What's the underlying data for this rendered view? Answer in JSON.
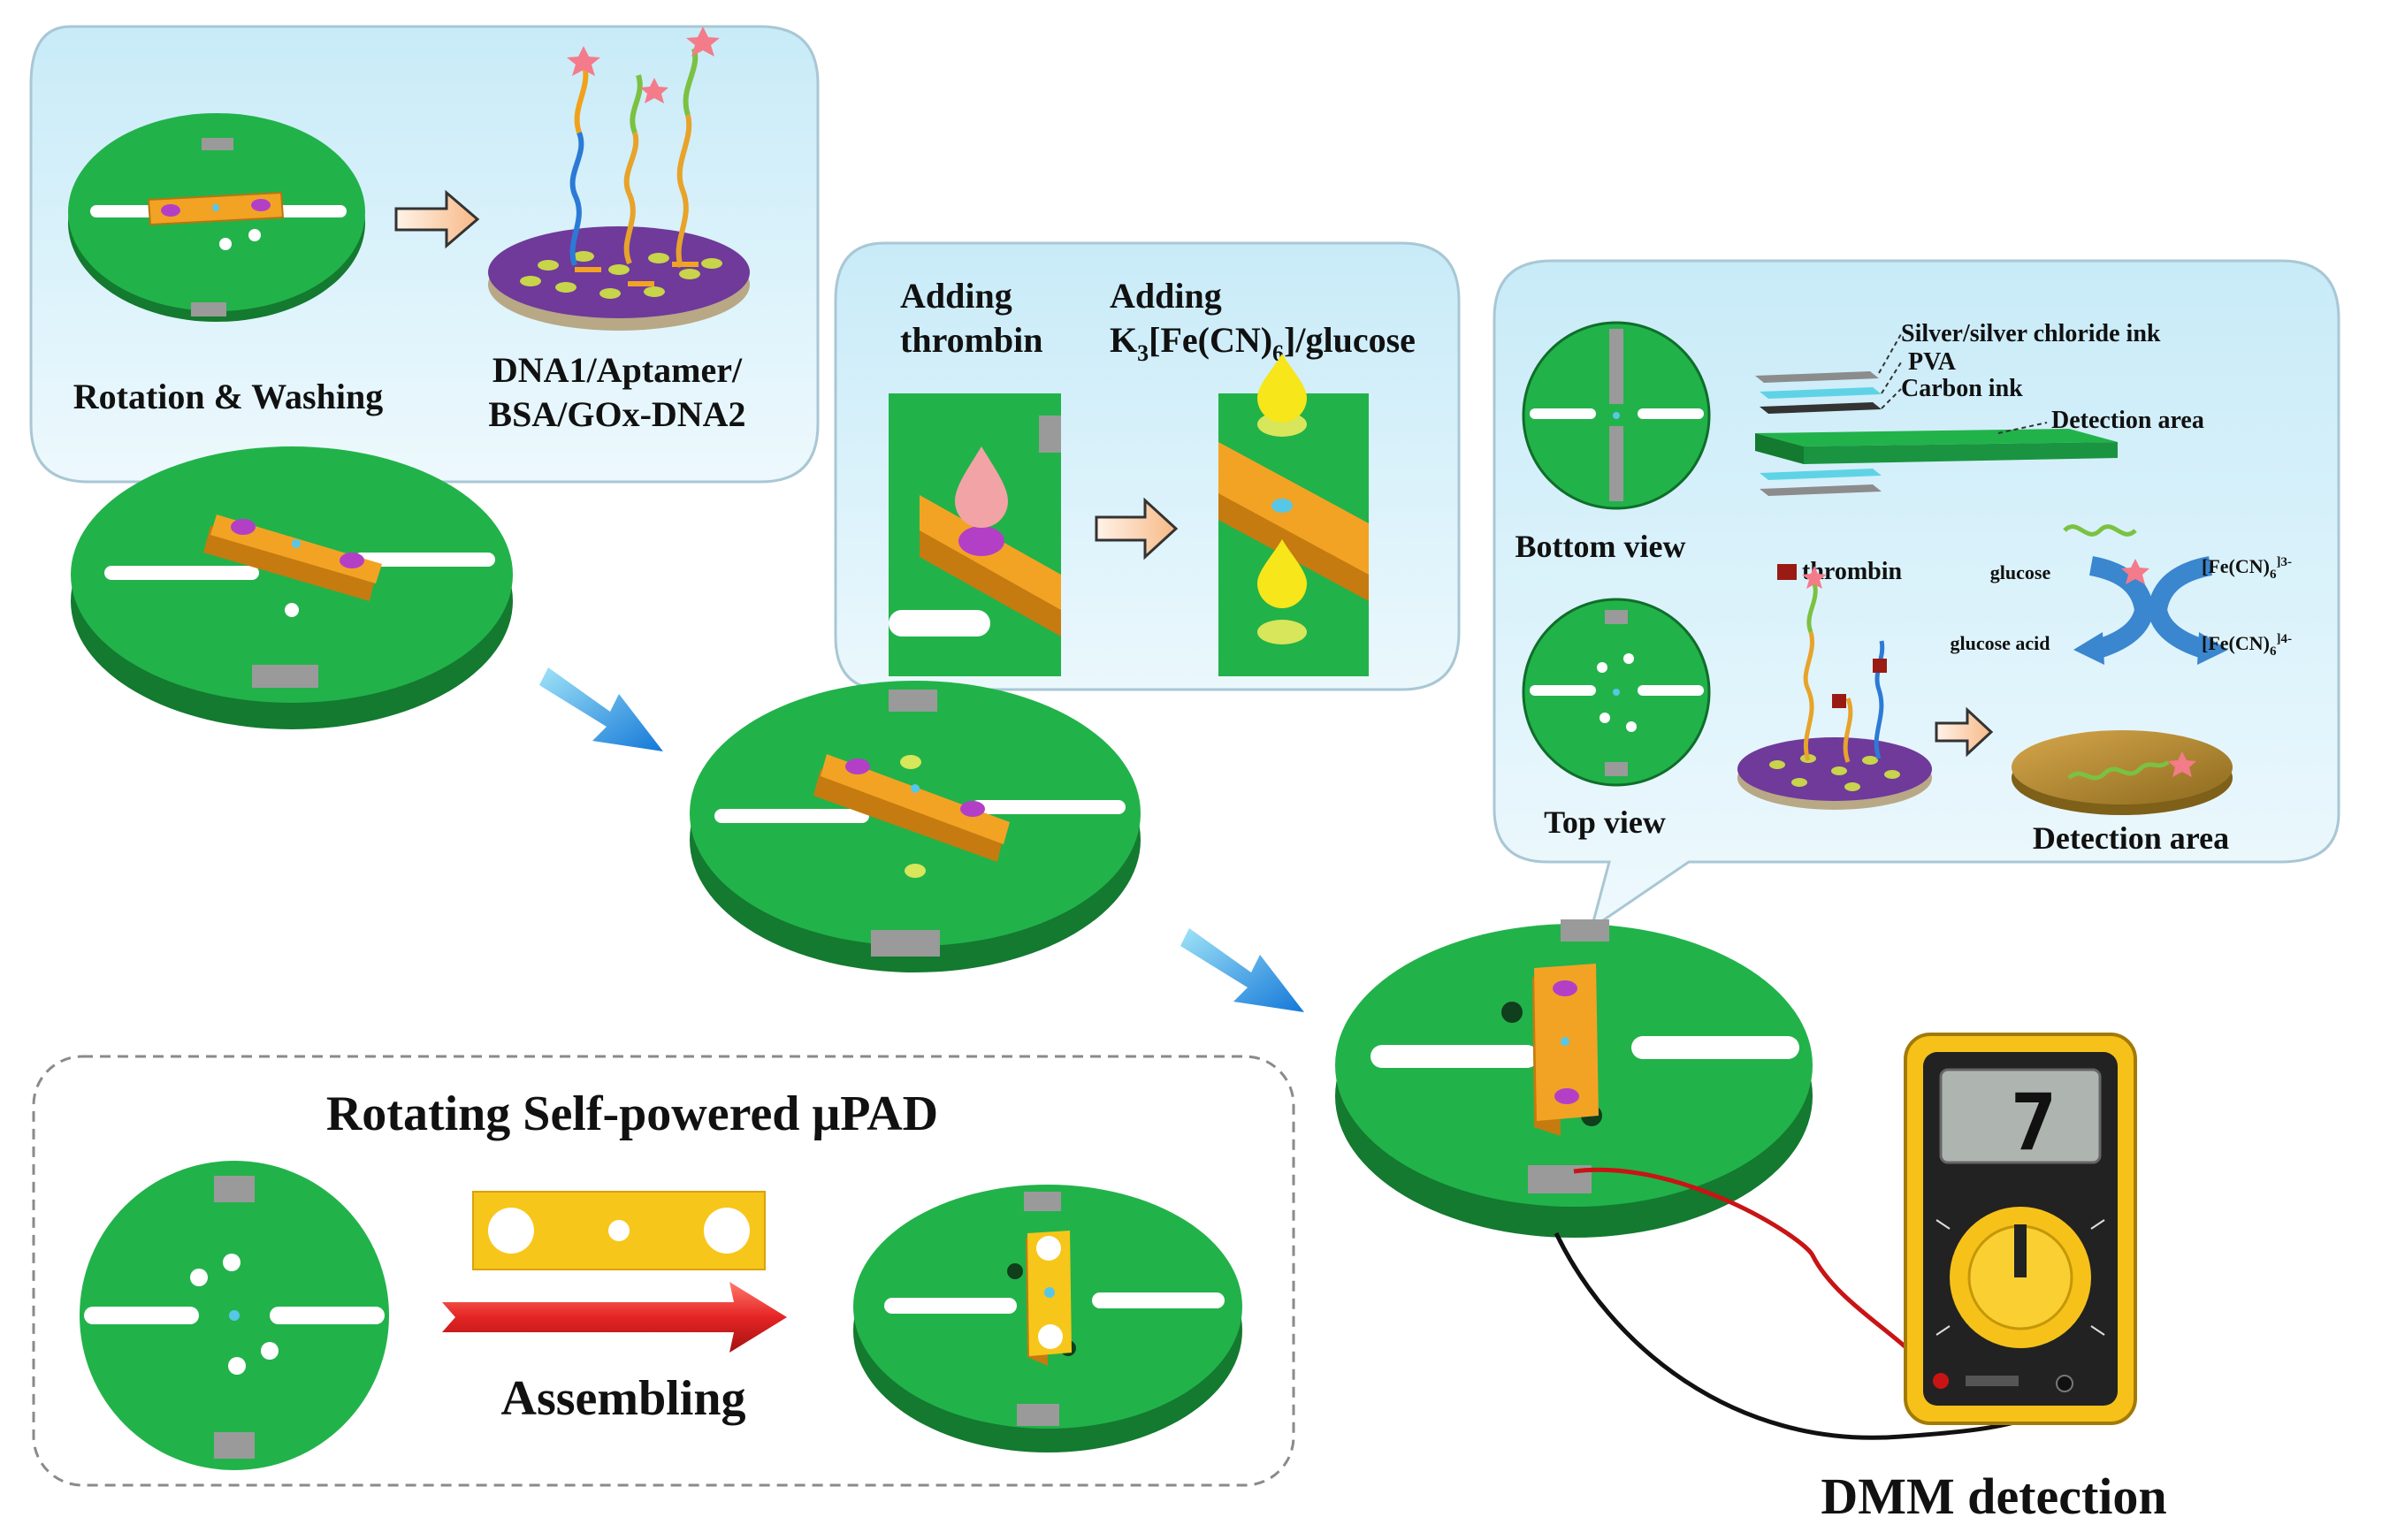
{
  "panel1": {
    "label_rotation": "Rotation & Washing",
    "label_layers_line1": "DNA1/Aptamer/",
    "label_layers_line2": "BSA/GOx-DNA2"
  },
  "panel2": {
    "label_adding1_line1": "Adding",
    "label_adding1_line2": "thrombin",
    "label_adding2_line1": "Adding",
    "label_adding2_k": "K",
    "label_adding2_sub3": "3",
    "label_adding2_mid": "[Fe(CN)",
    "label_adding2_sub6": "6",
    "label_adding2_end": "]/glucose"
  },
  "panel3": {
    "label_bottom_view": "Bottom view",
    "label_top_view": "Top view",
    "label_silver_ink": "Silver/silver chloride ink",
    "label_pva": "PVA",
    "label_carbon_ink": "Carbon ink",
    "label_detection_area_layer": "Detection area",
    "label_thrombin_legend": "thrombin",
    "label_glucose": "glucose",
    "label_glucose_acid": "glucose acid",
    "label_ferri": "[Fe(CN)",
    "label_ferri_sub": "6",
    "label_ferri_sup": "]3-",
    "label_ferro": "[Fe(CN)",
    "label_ferro_sub": "6",
    "label_ferro_sup": "]4-",
    "label_detection_area": "Detection area"
  },
  "assembly": {
    "title": "Rotating Self-powered μPAD",
    "label_assembling": "Assembling"
  },
  "meter": {
    "display_value": "7",
    "label_dmm": "DMM detection"
  },
  "colors": {
    "disc_green": "#22b24a",
    "disc_side": "#137a2f",
    "strip_orange": "#f2a324",
    "strip_yellow": "#f7c61a",
    "spot_purple": "#b43fc7",
    "bubble_fill": "#d9f1fb",
    "flow_arrow": "#1d8fe0",
    "red_arrow": "#e52424",
    "meter_yellow": "#f6c21a"
  }
}
